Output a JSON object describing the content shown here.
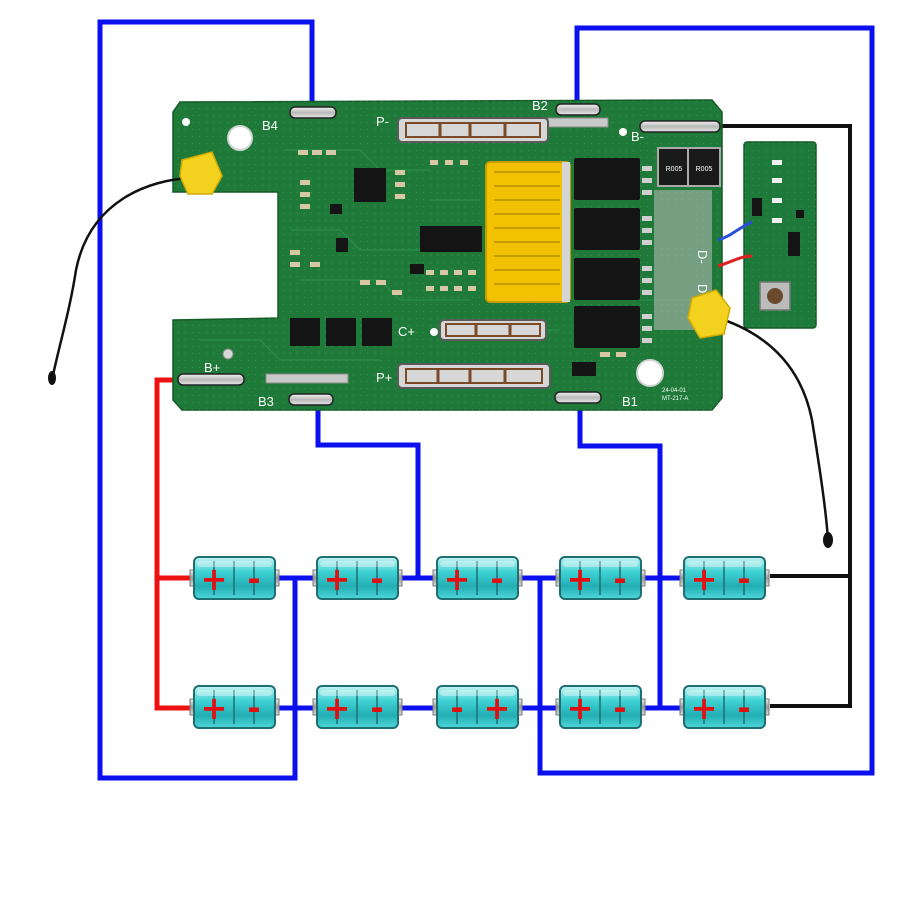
{
  "board": {
    "pads": {
      "b4": "B4",
      "b3": "B3",
      "b2": "B2",
      "b1": "B1",
      "b_minus": "B-",
      "b_plus": "B+",
      "p_minus": "P-",
      "p_plus": "P+",
      "c_plus": "C+",
      "d_minus": "D-",
      "d_plus": "D+"
    },
    "resistor_marking": "R005",
    "date_code": "24-04-01",
    "model": "MT-217-A"
  },
  "cells": {
    "top_row": [
      {
        "left": "+",
        "right": "-"
      },
      {
        "left": "+",
        "right": "-"
      },
      {
        "left": "+",
        "right": "-"
      },
      {
        "left": "+",
        "right": "-"
      },
      {
        "left": "+",
        "right": "-"
      }
    ],
    "bottom_row": [
      {
        "left": "+",
        "right": "-"
      },
      {
        "left": "+",
        "right": "-"
      },
      {
        "left": "-",
        "right": "+"
      },
      {
        "left": "+",
        "right": "-"
      },
      {
        "left": "+",
        "right": "-"
      }
    ]
  },
  "colors": {
    "balance_wire": "#0a10ee",
    "positive_wire": "#ee1111",
    "negative_wire": "#111111",
    "pcb": "#1f7a3a",
    "cell_body": "#2fc4c8",
    "polarity_sign": "#e01010",
    "connector": "#f2c200"
  }
}
